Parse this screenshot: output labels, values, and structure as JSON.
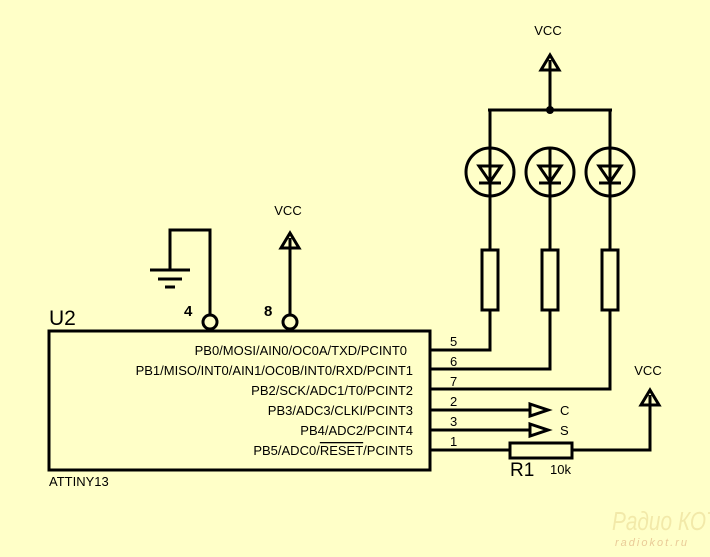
{
  "chip": {
    "ref": "U2",
    "part": "ATTINY13",
    "pins_right": [
      {
        "num": "5",
        "label": "PB0/MOSI/AIN0/OC0A/TXD/PCINT0"
      },
      {
        "num": "6",
        "label": "PB1/MISO/INT0/AIN1/OC0B/INT0/RXD/PCINT1"
      },
      {
        "num": "7",
        "label": "PB2/SCK/ADC1/T0/PCINT2"
      },
      {
        "num": "2",
        "label": "PB3/ADC3/CLKI/PCINT3"
      },
      {
        "num": "3",
        "label": "PB4/ADC2/PCINT4"
      },
      {
        "num": "1",
        "label_pre": "PB5/ADC0/",
        "label_over": "RESET",
        "label_post": "/PCINT5"
      }
    ],
    "pin_gnd": "4",
    "pin_vcc": "8"
  },
  "power": {
    "vcc_label": "VCC"
  },
  "ports": {
    "c": "C",
    "s": "S"
  },
  "resistor": {
    "ref": "R1",
    "value": "10k"
  },
  "watermark": {
    "logo": "Радио КОТ",
    "url": "radiokot.ru"
  }
}
